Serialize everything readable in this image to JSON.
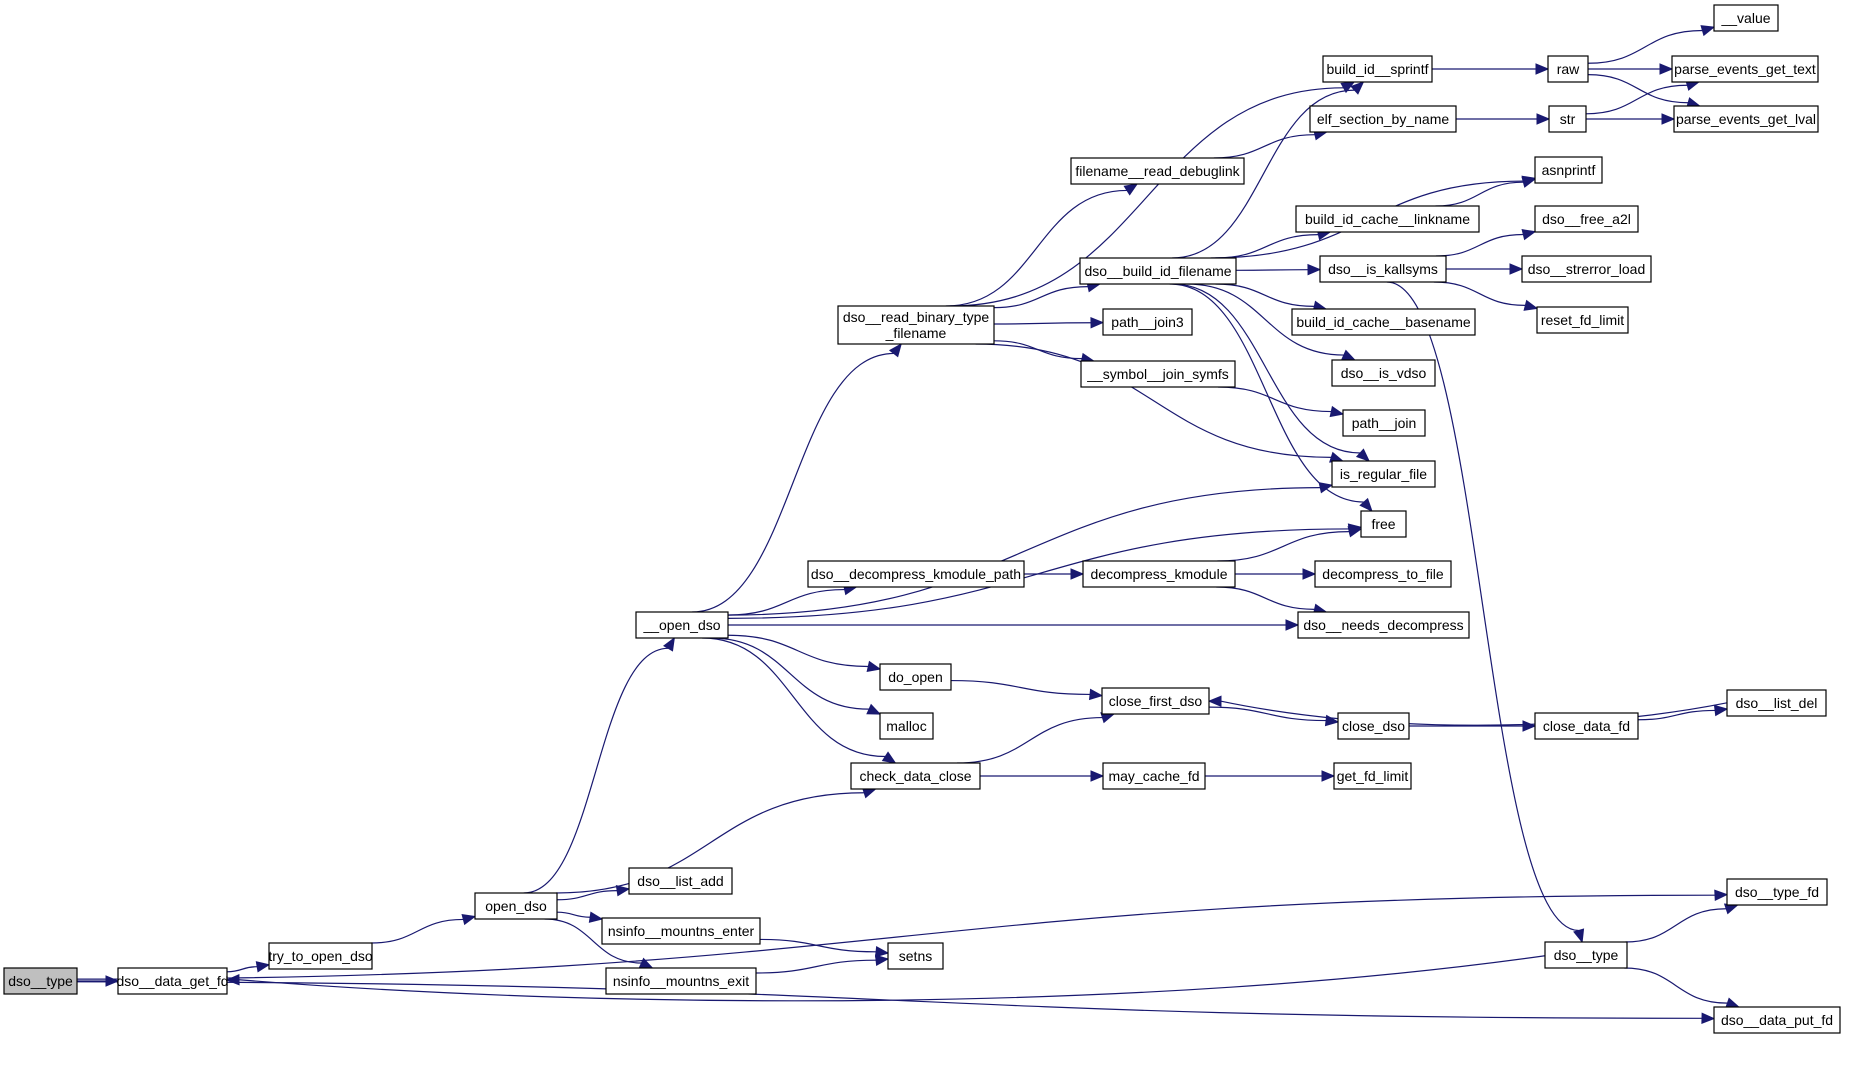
{
  "title": "Call graph",
  "colors": {
    "edge": "#191970",
    "root_fill": "#bfbfbf",
    "node_fill": "#ffffff"
  },
  "nodes": [
    {
      "id": "root",
      "label": "dso__type",
      "root": true
    },
    {
      "id": "get_fd",
      "label": "dso__data_get_fd"
    },
    {
      "id": "try_open",
      "label": "try_to_open_dso"
    },
    {
      "id": "open_dso",
      "label": "open_dso"
    },
    {
      "id": "__open_dso",
      "label": "__open_dso"
    },
    {
      "id": "list_add",
      "label": "dso__list_add"
    },
    {
      "id": "ns_enter",
      "label": "nsinfo__mountns_enter"
    },
    {
      "id": "ns_exit",
      "label": "nsinfo__mountns_exit"
    },
    {
      "id": "setns",
      "label": "setns"
    },
    {
      "id": "read_bin",
      "label": "dso__read_binary_type\n_filename"
    },
    {
      "id": "decomp_path",
      "label": "dso__decompress_kmodule_path"
    },
    {
      "id": "do_open",
      "label": "do_open"
    },
    {
      "id": "malloc",
      "label": "malloc"
    },
    {
      "id": "check_close",
      "label": "check_data_close"
    },
    {
      "id": "debuglink",
      "label": "filename__read_debuglink"
    },
    {
      "id": "build_id_fn",
      "label": "dso__build_id_filename"
    },
    {
      "id": "path_join3",
      "label": "path__join3"
    },
    {
      "id": "sym_join",
      "label": "__symbol__join_symfs"
    },
    {
      "id": "decomp_km",
      "label": "decompress_kmodule"
    },
    {
      "id": "close_first",
      "label": "close_first_dso"
    },
    {
      "id": "may_cache",
      "label": "may_cache_fd"
    },
    {
      "id": "build_id_sprintf",
      "label": "build_id__sprintf"
    },
    {
      "id": "elf_section",
      "label": "elf_section_by_name"
    },
    {
      "id": "linkname",
      "label": "build_id_cache__linkname"
    },
    {
      "id": "is_kallsyms",
      "label": "dso__is_kallsyms"
    },
    {
      "id": "basename",
      "label": "build_id_cache__basename"
    },
    {
      "id": "is_vdso",
      "label": "dso__is_vdso"
    },
    {
      "id": "path_join",
      "label": "path__join"
    },
    {
      "id": "is_regular",
      "label": "is_regular_file"
    },
    {
      "id": "free",
      "label": "free"
    },
    {
      "id": "decomp_file",
      "label": "decompress_to_file"
    },
    {
      "id": "needs_decomp",
      "label": "dso__needs_decompress"
    },
    {
      "id": "close_dso",
      "label": "close_dso"
    },
    {
      "id": "get_fd_limit",
      "label": "get_fd_limit"
    },
    {
      "id": "raw",
      "label": "raw"
    },
    {
      "id": "str",
      "label": "str"
    },
    {
      "id": "asnprintf",
      "label": "asnprintf"
    },
    {
      "id": "free_a2l",
      "label": "dso__free_a2l"
    },
    {
      "id": "strerror",
      "label": "dso__strerror_load"
    },
    {
      "id": "reset_fd",
      "label": "reset_fd_limit"
    },
    {
      "id": "close_data_fd",
      "label": "close_data_fd"
    },
    {
      "id": "dso_type2",
      "label": "dso__type"
    },
    {
      "id": "value",
      "label": "__value"
    },
    {
      "id": "get_text",
      "label": "parse_events_get_text"
    },
    {
      "id": "get_lval",
      "label": "parse_events_get_lval"
    },
    {
      "id": "list_del",
      "label": "dso__list_del"
    },
    {
      "id": "type_fd",
      "label": "dso__type_fd"
    },
    {
      "id": "put_fd",
      "label": "dso__data_put_fd"
    }
  ],
  "edges": [
    [
      "root",
      "get_fd"
    ],
    [
      "root",
      "type_fd"
    ],
    [
      "root",
      "put_fd"
    ],
    [
      "get_fd",
      "try_open"
    ],
    [
      "try_open",
      "open_dso"
    ],
    [
      "open_dso",
      "__open_dso"
    ],
    [
      "open_dso",
      "check_close"
    ],
    [
      "open_dso",
      "list_add"
    ],
    [
      "open_dso",
      "ns_enter"
    ],
    [
      "open_dso",
      "ns_exit"
    ],
    [
      "ns_enter",
      "setns"
    ],
    [
      "ns_exit",
      "setns"
    ],
    [
      "__open_dso",
      "read_bin"
    ],
    [
      "__open_dso",
      "is_regular"
    ],
    [
      "__open_dso",
      "free"
    ],
    [
      "__open_dso",
      "decomp_path"
    ],
    [
      "__open_dso",
      "needs_decomp"
    ],
    [
      "__open_dso",
      "do_open"
    ],
    [
      "__open_dso",
      "malloc"
    ],
    [
      "__open_dso",
      "check_close"
    ],
    [
      "read_bin",
      "build_id_sprintf"
    ],
    [
      "read_bin",
      "debuglink"
    ],
    [
      "read_bin",
      "build_id_fn"
    ],
    [
      "read_bin",
      "path_join3"
    ],
    [
      "read_bin",
      "sym_join"
    ],
    [
      "read_bin",
      "is_regular"
    ],
    [
      "debuglink",
      "elf_section"
    ],
    [
      "build_id_fn",
      "build_id_sprintf"
    ],
    [
      "build_id_fn",
      "asnprintf"
    ],
    [
      "build_id_fn",
      "linkname"
    ],
    [
      "build_id_fn",
      "is_kallsyms"
    ],
    [
      "build_id_fn",
      "basename"
    ],
    [
      "build_id_fn",
      "is_vdso"
    ],
    [
      "build_id_fn",
      "is_regular"
    ],
    [
      "build_id_fn",
      "free"
    ],
    [
      "sym_join",
      "path_join"
    ],
    [
      "decomp_path",
      "decomp_km"
    ],
    [
      "decomp_km",
      "free"
    ],
    [
      "decomp_km",
      "decomp_file"
    ],
    [
      "decomp_km",
      "needs_decomp"
    ],
    [
      "do_open",
      "close_first"
    ],
    [
      "check_close",
      "close_first"
    ],
    [
      "check_close",
      "may_cache"
    ],
    [
      "may_cache",
      "get_fd_limit"
    ],
    [
      "close_first",
      "close_dso"
    ],
    [
      "close_dso",
      "close_data_fd"
    ],
    [
      "close_data_fd",
      "list_del"
    ],
    [
      "list_del",
      "close_first"
    ],
    [
      "build_id_sprintf",
      "raw"
    ],
    [
      "elf_section",
      "str"
    ],
    [
      "raw",
      "value"
    ],
    [
      "raw",
      "get_text"
    ],
    [
      "raw",
      "get_lval"
    ],
    [
      "str",
      "get_text"
    ],
    [
      "str",
      "get_lval"
    ],
    [
      "linkname",
      "asnprintf"
    ],
    [
      "is_kallsyms",
      "free_a2l"
    ],
    [
      "is_kallsyms",
      "strerror"
    ],
    [
      "is_kallsyms",
      "reset_fd"
    ],
    [
      "is_kallsyms",
      "dso_type2"
    ],
    [
      "dso_type2",
      "type_fd"
    ],
    [
      "dso_type2",
      "put_fd"
    ],
    [
      "dso_type2",
      "get_fd"
    ]
  ]
}
